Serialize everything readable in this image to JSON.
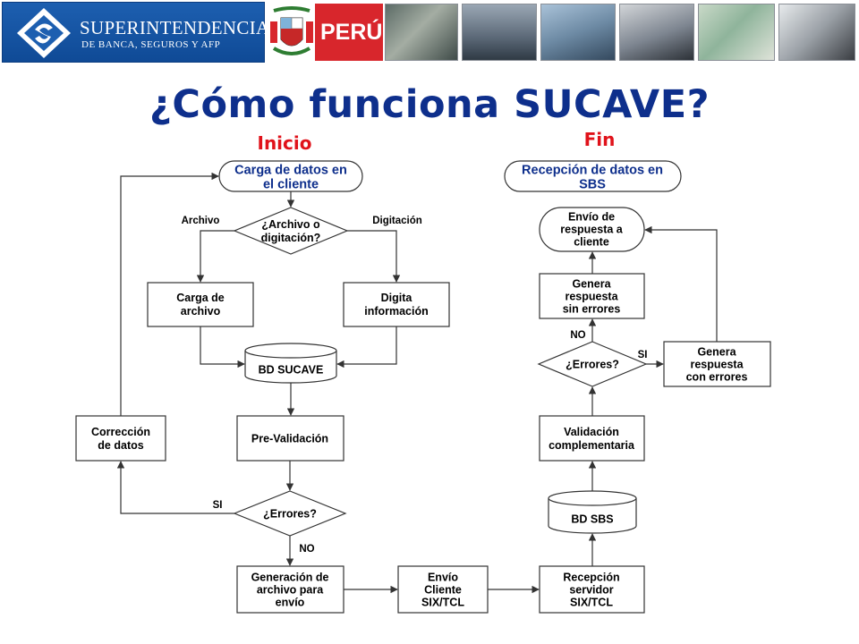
{
  "header": {
    "logo_name": "SUPERINTENDENCIA",
    "logo_sub": "DE BANCA, SEGUROS Y AFP",
    "country": "PERÚ"
  },
  "title": "¿Cómo funciona SUCAVE?",
  "labels": {
    "inicio": "Inicio",
    "fin": "Fin"
  },
  "nodes": {
    "carga_datos_cliente": [
      "Carga de datos en",
      "el cliente"
    ],
    "archivo_o_digitacion": [
      "¿Archivo o",
      "digitación?"
    ],
    "carga_archivo": [
      "Carga de",
      "archivo"
    ],
    "digita_informacion": [
      "Digita",
      "información"
    ],
    "bd_sucave": [
      "BD SUCAVE"
    ],
    "pre_validacion": [
      "Pre-Validación"
    ],
    "errores_1": [
      "¿Errores?"
    ],
    "correccion_datos": [
      "Corrección",
      "de datos"
    ],
    "generacion_archivo": [
      "Generación de",
      "archivo para",
      "envío"
    ],
    "envio_cliente": [
      "Envío",
      "Cliente",
      "SIX/TCL"
    ],
    "recepcion_servidor": [
      "Recepción",
      "servidor",
      "SIX/TCL"
    ],
    "bd_sbs": [
      "BD SBS"
    ],
    "validacion_complementaria": [
      "Validación",
      "complementaria"
    ],
    "errores_2": [
      "¿Errores?"
    ],
    "genera_con_errores": [
      "Genera",
      "respuesta",
      "con errores"
    ],
    "genera_sin_errores": [
      "Genera",
      "respuesta",
      "sin errores"
    ],
    "envio_respuesta": [
      "Envío de",
      "respuesta a",
      "cliente"
    ],
    "recepcion_sbs": [
      "Recepción de datos en",
      "SBS"
    ]
  },
  "edges": {
    "archivo": "Archivo",
    "digitacion": "Digitación",
    "si_1": "SI",
    "no_1": "NO",
    "si_2": "SI",
    "no_2": "NO"
  },
  "colors": {
    "title": "#0e2f8c",
    "start_end_label": "#e0121a",
    "logo_bg": "#1d5fb0",
    "peru_red": "#d8262c"
  }
}
